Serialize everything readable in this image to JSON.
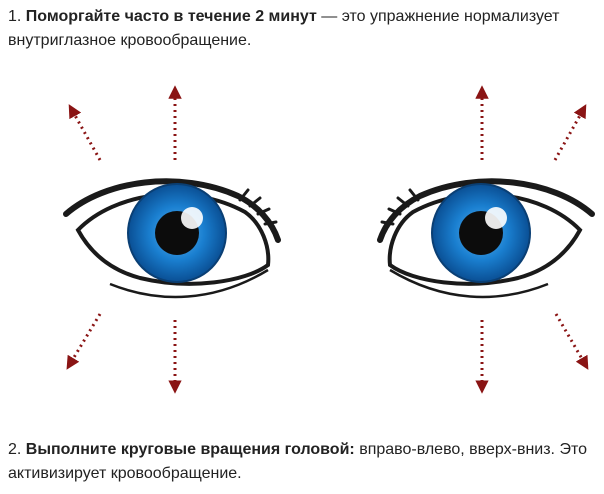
{
  "paragraphs": [
    {
      "number": "1.",
      "bold": "Поморгайте часто в течение 2 минут",
      "rest": " — это упражнение нормализует внутриглазное кровообращение."
    },
    {
      "number": "2.",
      "bold": "Выполните круговые вращения головой:",
      "rest": " вправо-влево, вверх-вниз. Это активизирует кровообращение."
    }
  ],
  "illustration": {
    "icon": "eyes-with-arrows-icon",
    "colors": {
      "iris": "#1a7fd0",
      "iris_dark": "#0a4f94",
      "arrow": "#8a1414",
      "outline": "#1a1a1a"
    }
  }
}
